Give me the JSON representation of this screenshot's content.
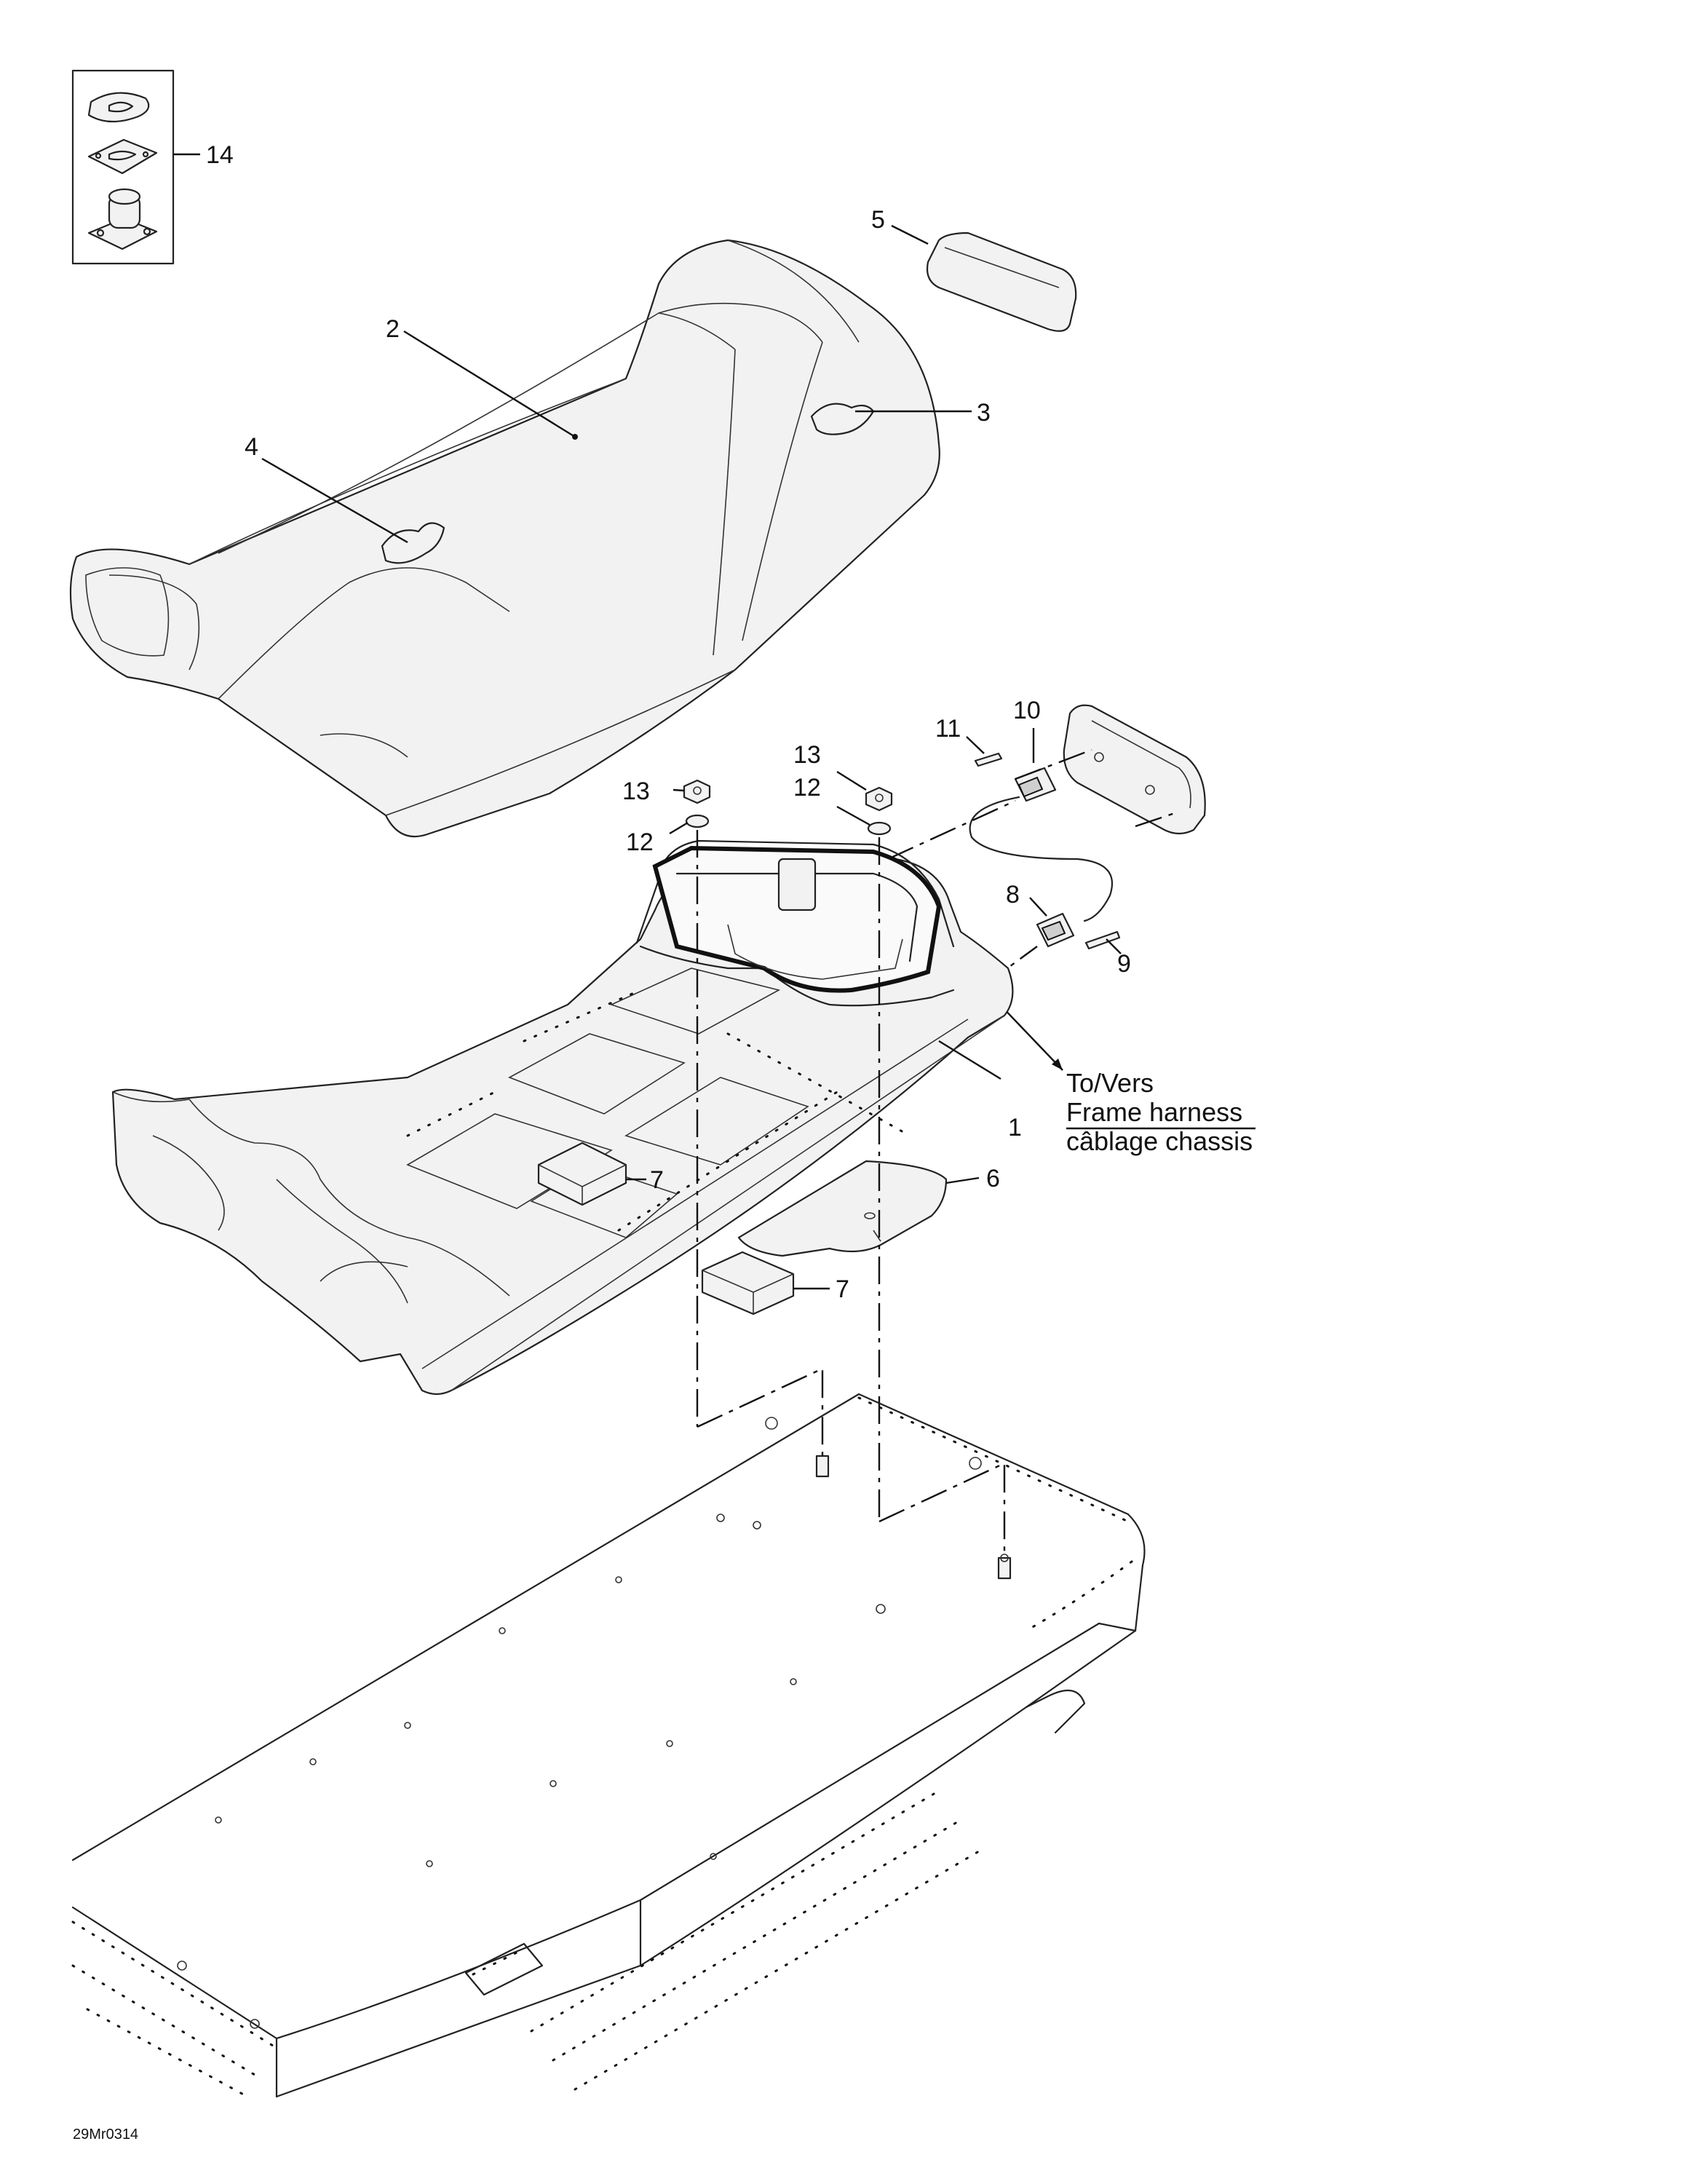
{
  "callouts": {
    "c1": "1",
    "c2": "2",
    "c3": "3",
    "c4": "4",
    "c5": "5",
    "c6": "6",
    "c7a": "7",
    "c7b": "7",
    "c8": "8",
    "c9": "9",
    "c10": "10",
    "c11": "11",
    "c12a": "12",
    "c12b": "12",
    "c13a": "13",
    "c13b": "13",
    "c14": "14"
  },
  "note": {
    "line1": "To/Vers",
    "line2": "Frame harness",
    "line3": "câblage chassis"
  },
  "drawing_code": "29Mr0314"
}
